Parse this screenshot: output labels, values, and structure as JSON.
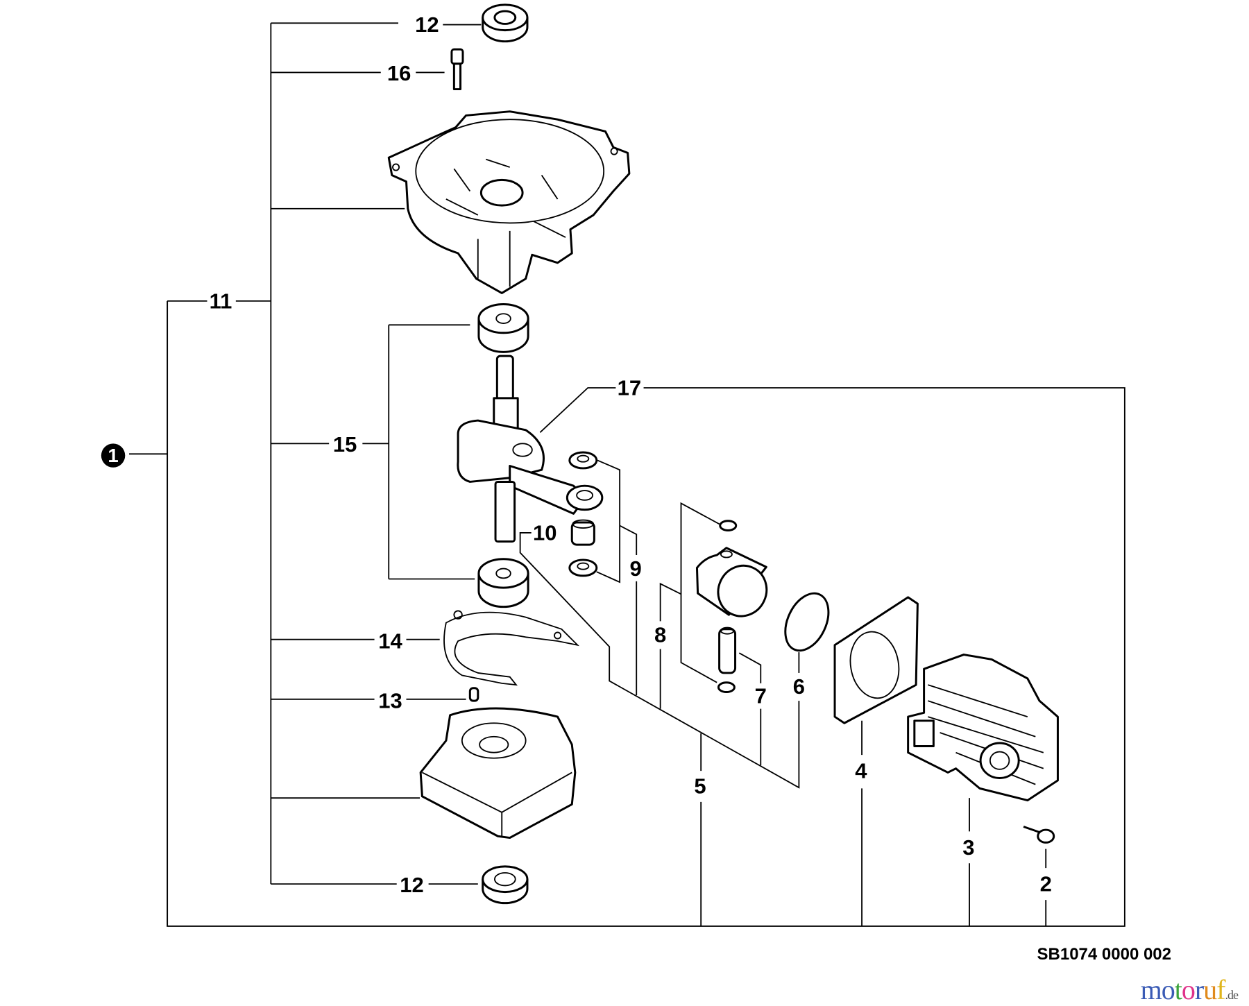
{
  "diagram": {
    "assembly_label": "1",
    "labels": {
      "p2": "2",
      "p3": "3",
      "p4": "4",
      "p5": "5",
      "p6": "6",
      "p7": "7",
      "p8": "8",
      "p9": "9",
      "p10": "10",
      "p11": "11",
      "p12_top": "12",
      "p12_bottom": "12",
      "p13": "13",
      "p14": "14",
      "p15": "15",
      "p16": "16",
      "p17": "17"
    }
  },
  "footer": {
    "drawing_code": "SB1074 0000 002",
    "logo": {
      "text": "motoruf",
      "suffix": ".de",
      "letters": [
        "m",
        "o",
        "t",
        "o",
        "r",
        "u",
        "f"
      ],
      "colors": [
        "#3b5bb5",
        "#3b5bb5",
        "#3aa33a",
        "#e0338a",
        "#3b5bb5",
        "#e08a1c",
        "#e0b51c"
      ]
    }
  }
}
